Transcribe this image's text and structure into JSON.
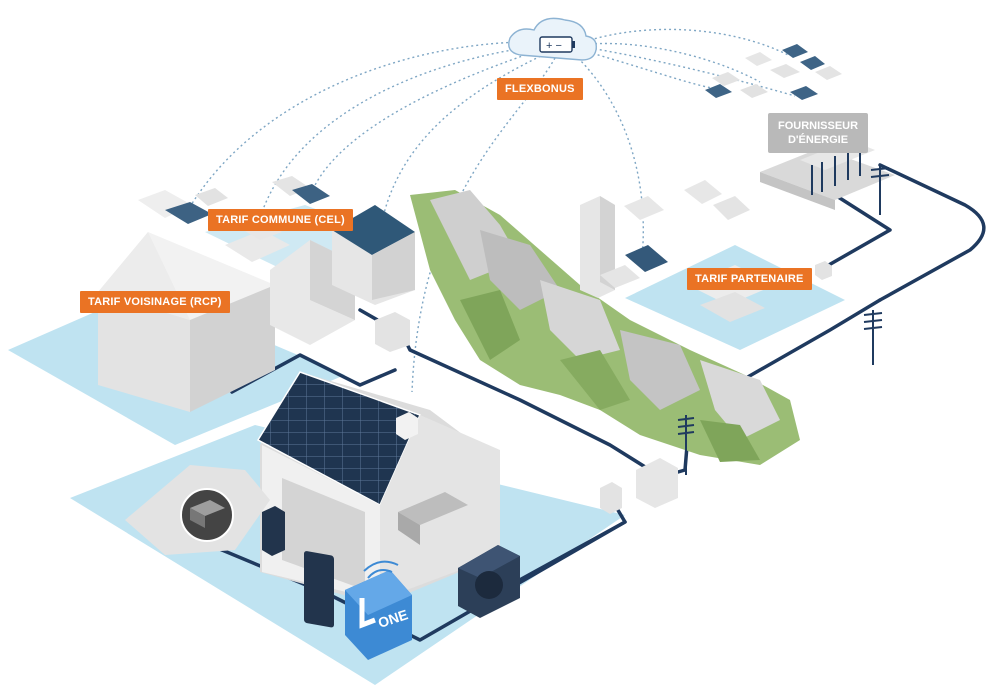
{
  "labels": {
    "flexbonus": "FLEXBONUS",
    "tarif_commune": "TARIF COMMUNE (CEL)",
    "tarif_voisinage": "TARIF VOISINAGE (RCP)",
    "tarif_partenaire": "TARIF PARTENAIRE",
    "fournisseur_line1": "FOURNISSEUR",
    "fournisseur_line2": "D'ÉNERGIE",
    "one_logo": "ONE"
  },
  "colors": {
    "accent_orange": "#ea7324",
    "grid_line_navy": "#1f3a5f",
    "zone_blue": "#bfe3f1",
    "mountain_green": "#8fb36a",
    "building_gray": "#e6e6e6"
  },
  "icons": {
    "cloud": "cloud-battery-icon",
    "wifi": "wifi-icon",
    "battery": "battery-icon",
    "solar": "solar-panel-icon"
  }
}
